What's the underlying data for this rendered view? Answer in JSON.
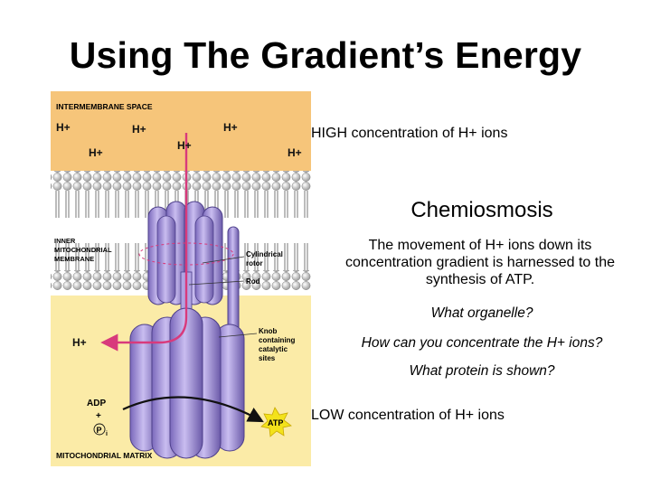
{
  "title": "Using The Gradient’s Energy",
  "diagram": {
    "top_label": "INTERMEMBRANE SPACE",
    "bottom_label": "MITOCHONDRIAL MATRIX",
    "membrane_label": [
      "INNER",
      "MITOCHONDRIAL",
      "MEMBRANE"
    ],
    "rotor_label": [
      "Cylindrical",
      "rotor"
    ],
    "rod_label": "Rod",
    "knob_label": [
      "Knob",
      "containing",
      "catalytic",
      "sites"
    ],
    "ion": "H+",
    "adp": "ADP",
    "plus": "+",
    "pi": "P",
    "pi_sub": "i",
    "atp": "ATP"
  },
  "text": {
    "high": "HIGH concentration of H+ ions",
    "heading": "Chemiosmosis",
    "description": "The movement of H+ ions down its concentration gradient is harnessed to the synthesis of ATP.",
    "q1": "What organelle?",
    "q2": "How can you concentrate the H+ ions?",
    "q3": "What protein is shown?",
    "low": "LOW concentration of H+ ions"
  },
  "colors": {
    "intermembrane": "#f6c57a",
    "matrix": "#fbeba7",
    "protein": "#a998dc",
    "protein_dark": "#6f5fb0",
    "arrow": "#d83a7c",
    "atp_star": "#f3e21b"
  }
}
